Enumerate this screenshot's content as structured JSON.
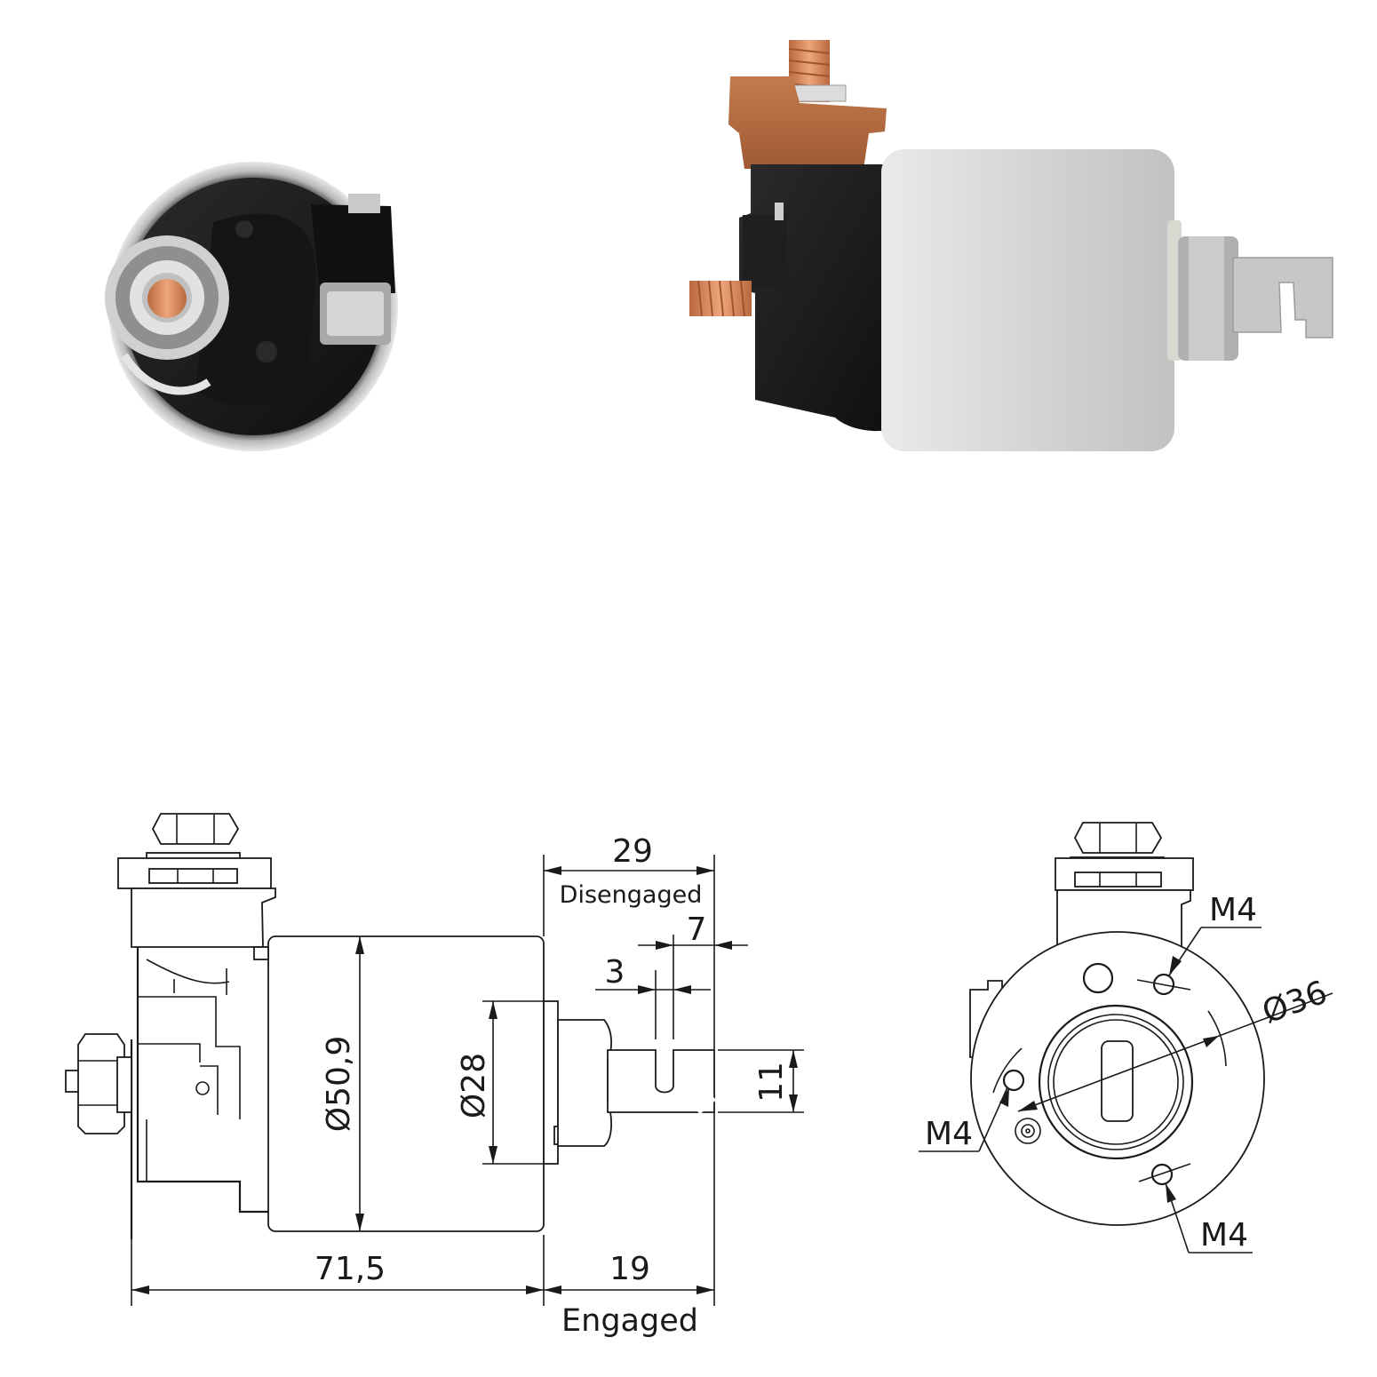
{
  "colors": {
    "background": "#ffffff",
    "ink": "#1a1a1a",
    "housing_silver": "#c9cacb",
    "cap_black": "#1c1c1e",
    "terminal_brown": "#b5693e",
    "copper": "#d58a5a",
    "nut_steel": "#b9bcc0"
  },
  "side_view": {
    "dim_disengaged_value": "29",
    "dim_disengaged_label": "Disengaged",
    "dim_seven": "7",
    "dim_three": "3",
    "dim_body_diameter": "Ø50,9",
    "dim_nose_diameter": "Ø28",
    "dim_slot": "11",
    "dim_overall_length": "71,5",
    "dim_engaged_value": "19",
    "dim_engaged_label": "Engaged"
  },
  "front_view": {
    "dim_flange_diameter": "Ø36",
    "thread_top": "M4",
    "thread_left": "M4",
    "thread_bottom": "M4"
  }
}
